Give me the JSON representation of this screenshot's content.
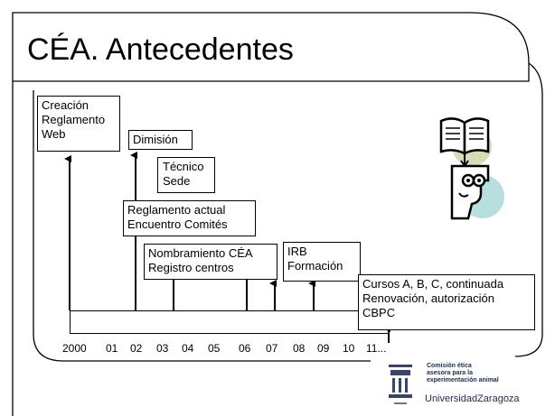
{
  "title": "CÉA. Antecedentes",
  "boxes": {
    "creacion": [
      "Creación",
      "Reglamento",
      "Web"
    ],
    "dimision": [
      "Dimisión"
    ],
    "tecnico": [
      "Técnico",
      "Sede"
    ],
    "reglamento": [
      "Reglamento actual",
      "Encuentro Comités"
    ],
    "nombramiento": [
      "Nombramiento CÉA",
      "Registro centros"
    ],
    "irb": [
      "IRB",
      "Formación"
    ],
    "cursos": [
      "Cursos A, B, C, continuada",
      "Renovación, autorización",
      "CBPC"
    ]
  },
  "years": [
    "2000",
    "01",
    "02",
    "03",
    "04",
    "05",
    "06",
    "07",
    "08",
    "09",
    "10",
    "11..."
  ],
  "logo": {
    "lines": [
      "Comisión ética",
      "asesora para la",
      "experimentación animal"
    ],
    "university": "UniversidadZaragoza"
  },
  "icons": [
    "open-book-icon",
    "thinking-face-icon"
  ]
}
